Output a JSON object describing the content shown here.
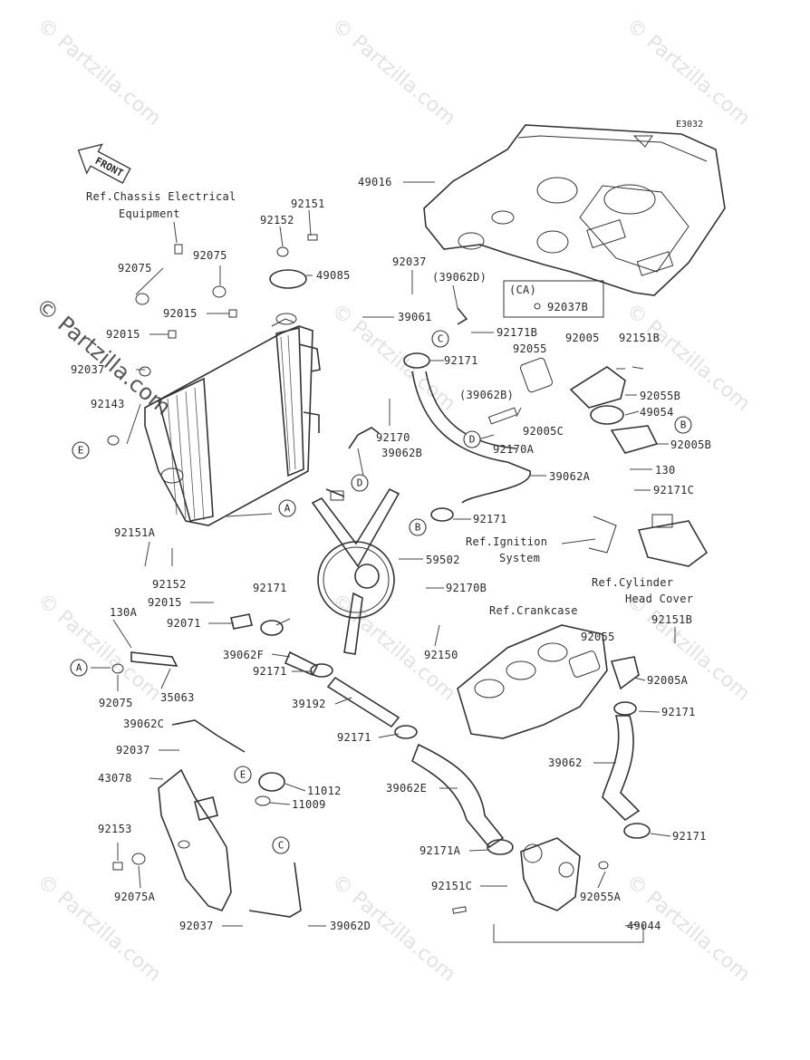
{
  "diagram_code": "E3032",
  "front_label": "FRONT",
  "watermark": "© Partzilla.com",
  "refs": {
    "chassis_line1": "Ref.Chassis Electrical",
    "chassis_line2": "Equipment",
    "ignition_line1": "Ref.Ignition",
    "ignition_line2": "System",
    "cylinder_line1": "Ref.Cylinder",
    "cylinder_line2": "Head Cover",
    "crankcase": "Ref.Crankcase"
  },
  "ca_box": {
    "tag": "(CA)",
    "part": "92037B"
  },
  "connectors": {
    "A": "A",
    "B": "B",
    "C": "C",
    "D": "D",
    "E": "E"
  },
  "parts": {
    "p49016": "49016",
    "p92151": "92151",
    "p92152": "92152",
    "p92075": "92075",
    "p92075b": "92075",
    "p49085": "49085",
    "p92037": "92037",
    "p39062D_paren": "(39062D)",
    "p39061": "39061",
    "p92015a": "92015",
    "p92015b": "92015",
    "p92037_left": "92037",
    "p92143": "92143",
    "p92171B": "92171B",
    "p92171_top": "92171",
    "p92055_top": "92055",
    "p92005": "92005",
    "p92151B_top": "92151B",
    "p39062B_paren": "(39062B)",
    "p92055B": "92055B",
    "p49054": "49054",
    "p92005C": "92005C",
    "p92005B": "92005B",
    "p92170A": "92170A",
    "p92170": "92170",
    "p39062B": "39062B",
    "p130": "130",
    "p39062A": "39062A",
    "p92171C": "92171C",
    "p92171_mid": "92171",
    "p92151A": "92151A",
    "p92152b": "92152",
    "p92015c": "92015",
    "p59502": "59502",
    "p92170B": "92170B",
    "p92171_f": "92171",
    "p92071": "92071",
    "p130A": "130A",
    "p92150": "92150",
    "p92055_mid": "92055",
    "p92151B_mid": "92151B",
    "p39062F": "39062F",
    "p92171_g": "92171",
    "p92005A": "92005A",
    "p35063": "35063",
    "p92075c": "92075",
    "p39192": "39192",
    "p92171_h": "92171",
    "p39062C": "39062C",
    "p92171_i": "92171",
    "p92037_c": "92037",
    "p39062": "39062",
    "p43078": "43078",
    "p11012": "11012",
    "p39062E": "39062E",
    "p11009": "11009",
    "p92171_j": "92171",
    "p92153": "92153",
    "p92171A": "92171A",
    "p92075A": "92075A",
    "p92151C": "92151C",
    "p92055A": "92055A",
    "p92037_d": "92037",
    "p39062D": "39062D",
    "p49044": "49044"
  }
}
